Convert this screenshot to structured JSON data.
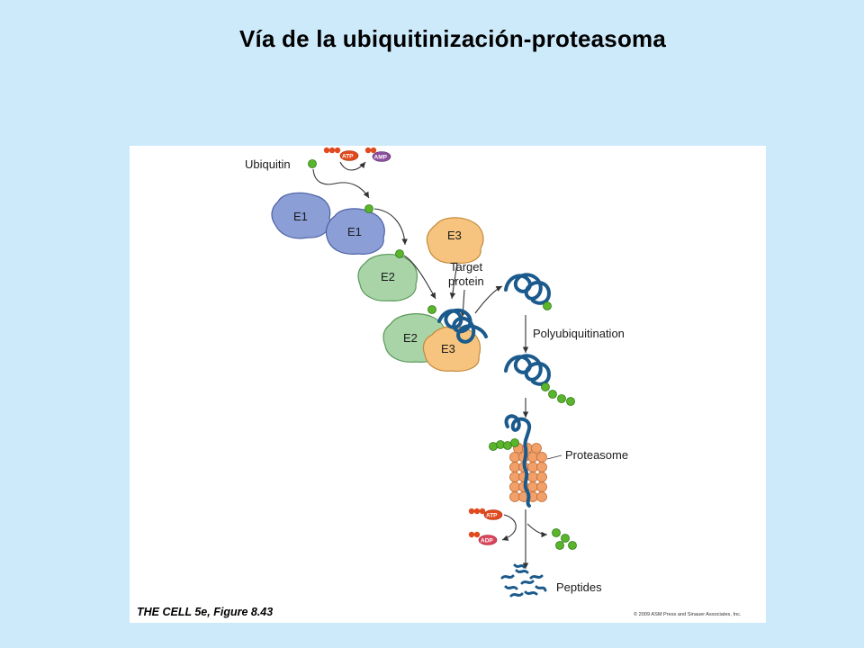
{
  "slide": {
    "title": "Vía de la ubiquitinización-proteasoma",
    "background_color": "#cdeafb"
  },
  "figure": {
    "labels": {
      "ubiquitin": "Ubiquitin",
      "target_protein_line1": "Target",
      "target_protein_line2": "protein",
      "polyubiquitination": "Polyubiquitination",
      "proteasome": "Proteasome",
      "peptides": "Peptides"
    },
    "enzymes": {
      "e1_a": "E1",
      "e1_b": "E1",
      "e2_a": "E2",
      "e2_b": "E2",
      "e3_a": "E3",
      "e3_b": "E3"
    },
    "molecules": {
      "atp_top": "ATP",
      "amp_top": "AMP",
      "atp_bottom": "ATP",
      "adp_bottom": "ADP"
    },
    "caption": "THE CELL 5e, Figure 8.43",
    "copyright": "© 2009 ASM Press and Sinauer Associates, Inc.",
    "colors": {
      "e1": "#8b9ed6",
      "e2": "#a8d4a8",
      "e3": "#f7c47f",
      "ubiquitin": "#5ab52c",
      "protein": "#1b5a8c",
      "proteasome": "#f2a06a",
      "atp": "#e04a1e",
      "amp": "#8b4f9e",
      "adp": "#d9455a"
    }
  }
}
